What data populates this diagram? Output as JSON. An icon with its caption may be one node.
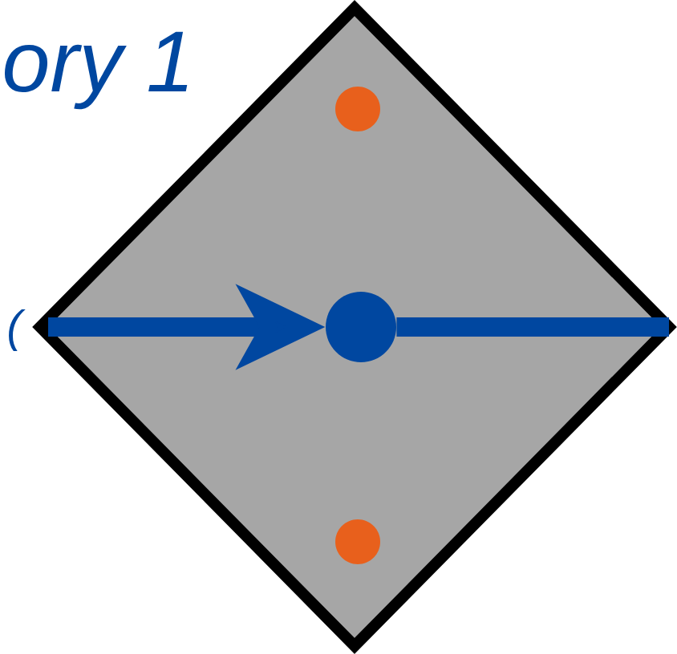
{
  "diagram": {
    "nodes": [
      {
        "text": [],
        "shape": "diamond"
      },
      {
        "text": [],
        "shape": "circle",
        "in": 0
      },
      {
        "text": [],
        "shape": "circle",
        "in": 0
      },
      {
        "text": [],
        "shape": "circle",
        "in": 0
      }
    ],
    "edges": [
      {
        "from": null,
        "to": 2,
        "arrow": "to"
      },
      {
        "from": 2,
        "to": null,
        "arrow": "none"
      }
    ],
    "labels": [
      "ory 1",
      "("
    ]
  }
}
